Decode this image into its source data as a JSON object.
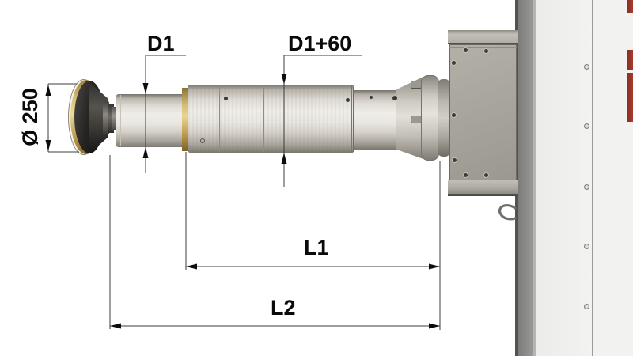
{
  "labels": {
    "d1": "D1",
    "d1_plus_60": "D1+60",
    "diameter_250": "Ø 250",
    "l1": "L1",
    "l2": "L2"
  },
  "colors": {
    "gold_ring": "#c9a85c",
    "metal_light": "#efede8",
    "headstock_gray": "#a8a59d",
    "column_gray": "#8d8d8b",
    "panel_white": "#efefee",
    "red_stripe": "#a83a2b",
    "dimension_line": "#3d3d3d",
    "label_text": "#0a0a0a"
  }
}
